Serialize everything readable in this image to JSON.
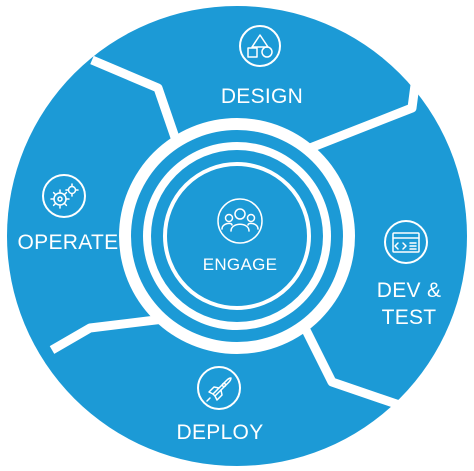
{
  "colors": {
    "primary": "#1c9ad6",
    "ring": "#ffffff",
    "gap": "#ffffff"
  },
  "center": {
    "label": "ENGAGE",
    "icon": "people-group-icon"
  },
  "segments": [
    {
      "key": "design",
      "label": "DESIGN",
      "icon": "shapes-icon"
    },
    {
      "key": "devtest",
      "label_line1": "DEV &",
      "label_line2": "TEST",
      "icon": "code-window-icon"
    },
    {
      "key": "deploy",
      "label": "DEPLOY",
      "icon": "rocket-icon"
    },
    {
      "key": "operate",
      "label": "OPERATE",
      "icon": "gears-icon"
    }
  ]
}
